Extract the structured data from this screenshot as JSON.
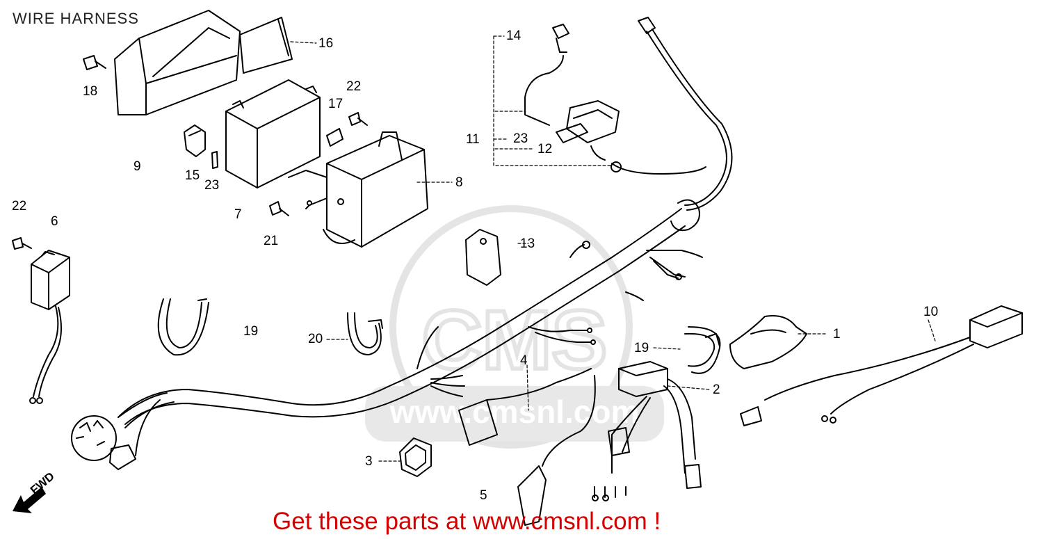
{
  "title": "WIRE HARNESS",
  "promo_text": "Get these parts at www.cmsnl.com !",
  "fwd_label": "FWD",
  "watermark_text": "CMS",
  "watermark_url": "www.cmsnl.com",
  "callouts": {
    "c1": "1",
    "c2": "2",
    "c3": "3",
    "c4": "4",
    "c5": "5",
    "c6": "6",
    "c7": "7",
    "c8": "8",
    "c9": "9",
    "c10": "10",
    "c11": "11",
    "c12": "12",
    "c13": "13",
    "c14": "14",
    "c15": "15",
    "c16": "16",
    "c17": "17",
    "c18": "18",
    "c19a": "19",
    "c19b": "19",
    "c20": "20",
    "c21": "21",
    "c22a": "22",
    "c22b": "22",
    "c23a": "23",
    "c23b": "23"
  },
  "colors": {
    "line": "#000000",
    "promo": "#d40000",
    "watermark": "#cfcfcf"
  }
}
